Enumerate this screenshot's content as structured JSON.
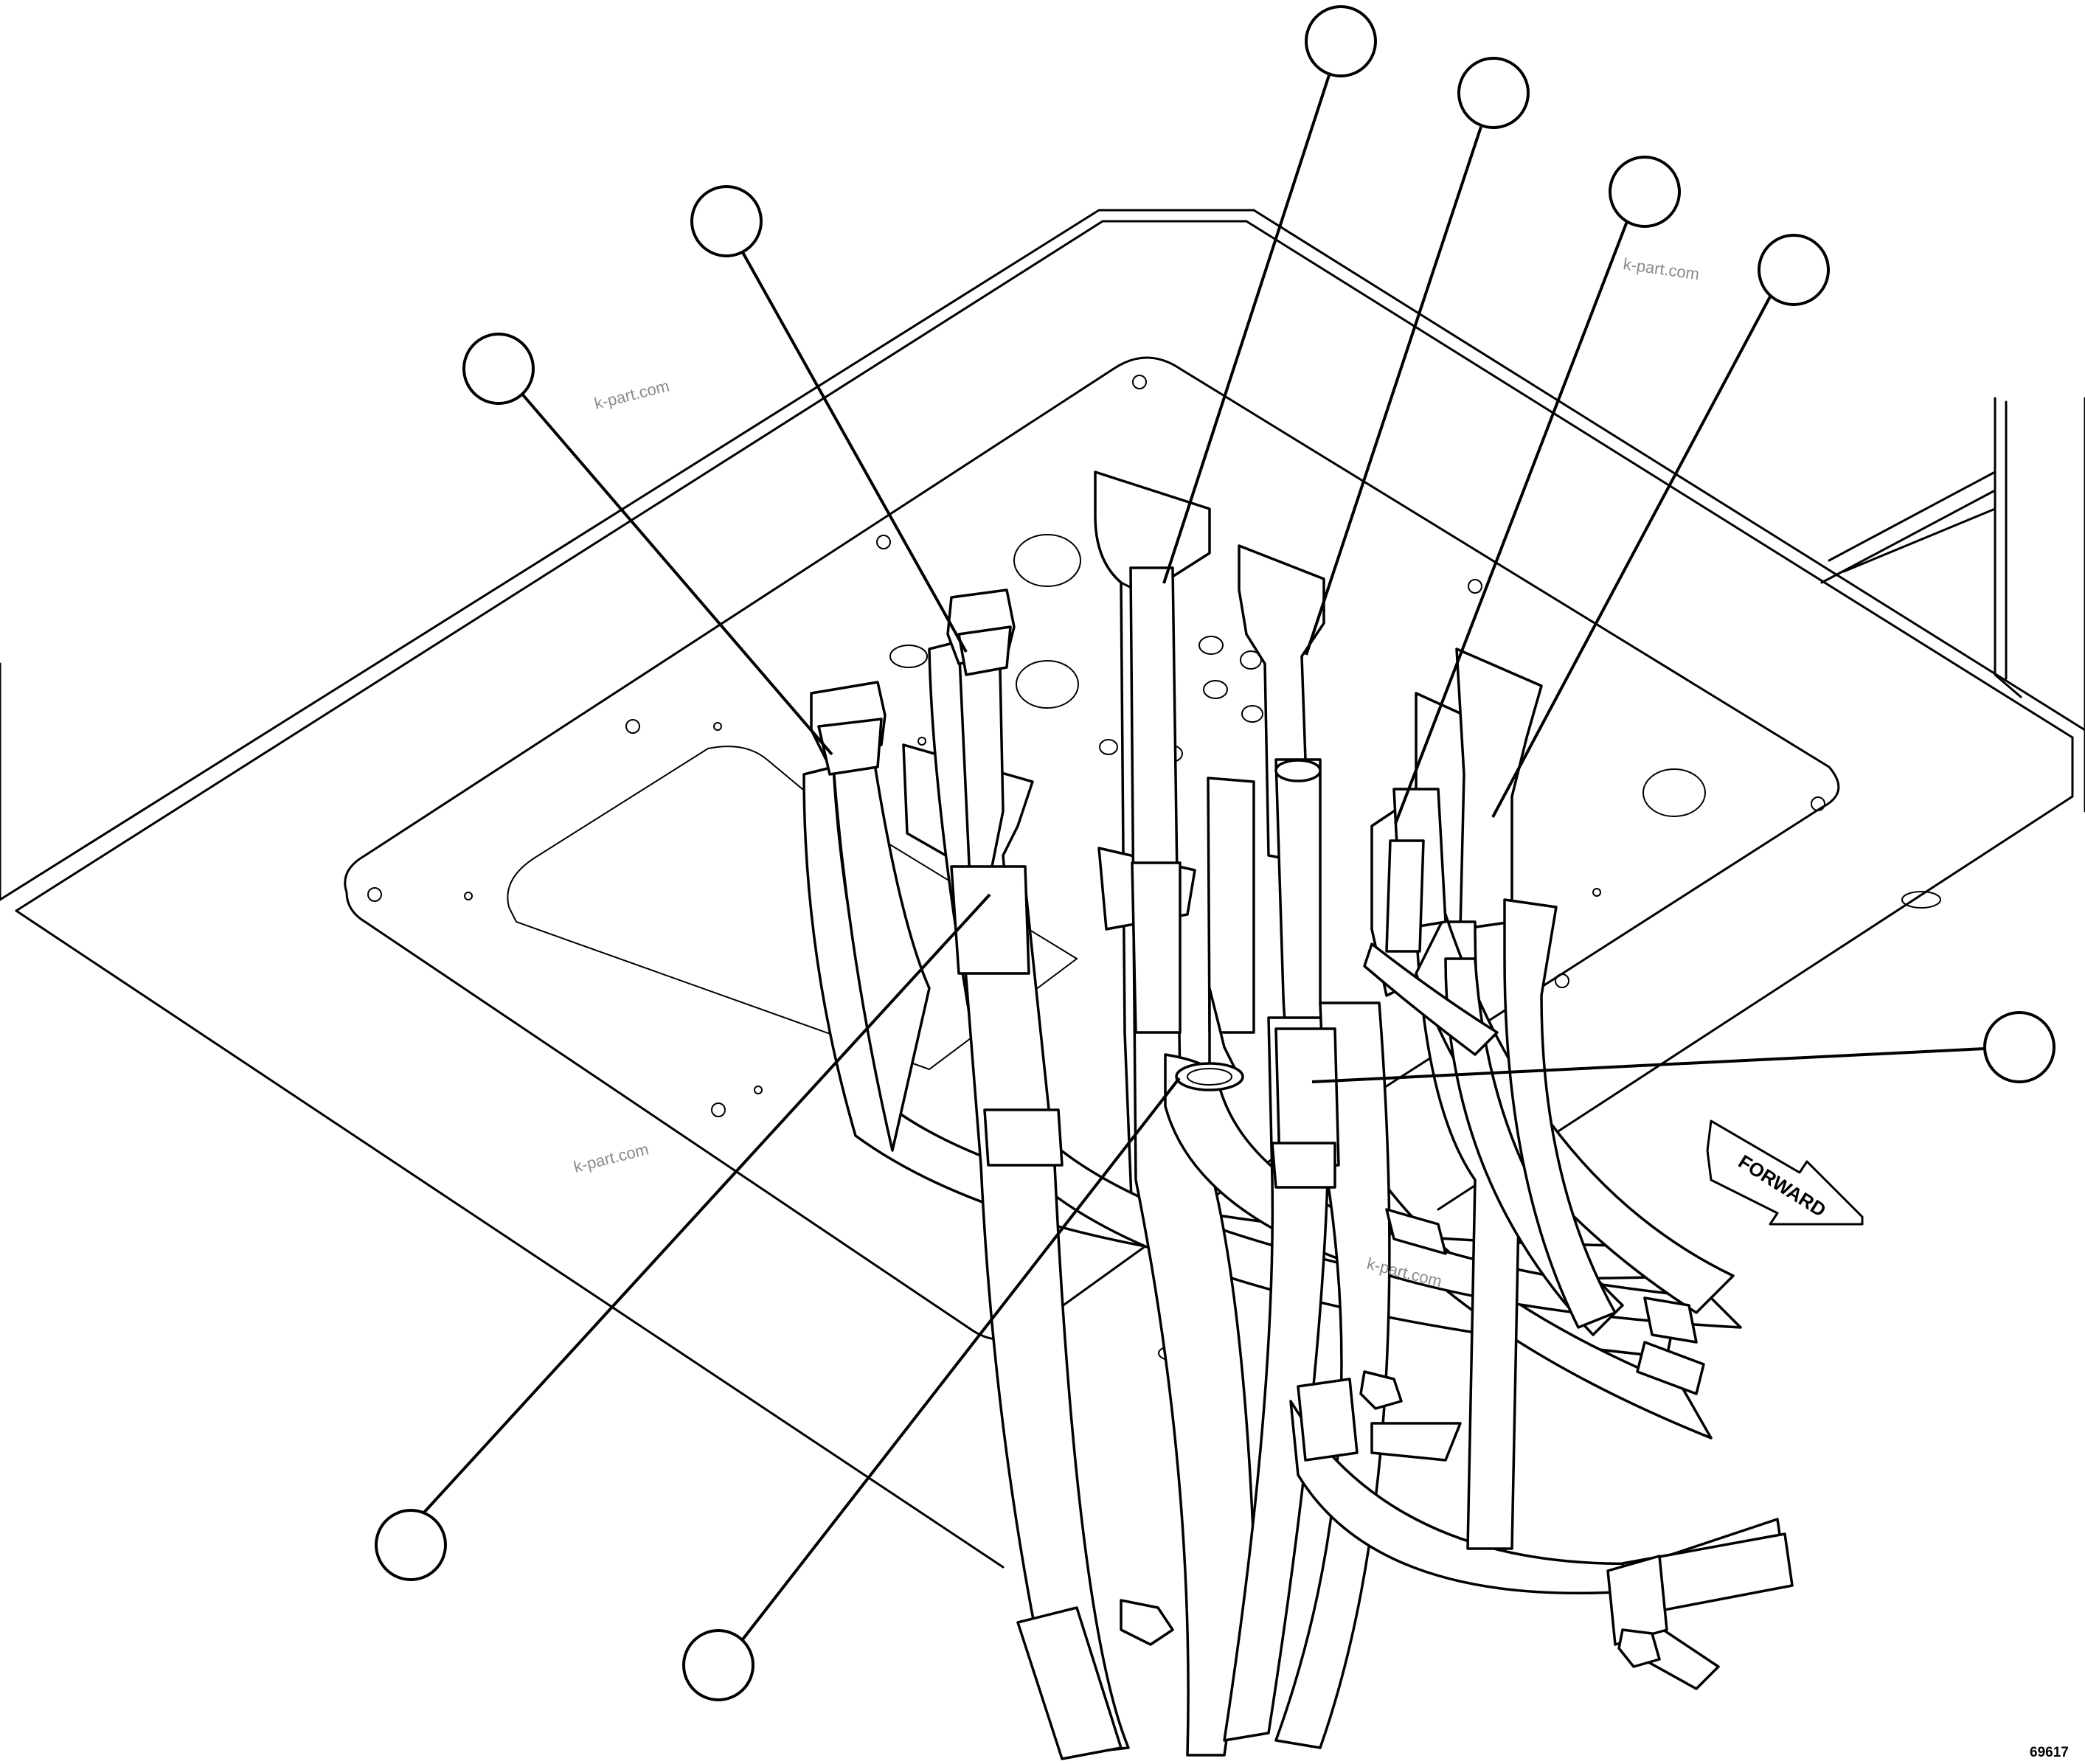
{
  "diagram": {
    "direction_label": "FORWARD",
    "figure_number": "69617",
    "watermark_text": "k-part.com",
    "callout_count": 9,
    "callouts": [
      {
        "id": "c1",
        "label": "",
        "target": "left hose fitting"
      },
      {
        "id": "c2",
        "label": "",
        "target": "hose fitting"
      },
      {
        "id": "c3",
        "label": "",
        "target": "duct boot"
      },
      {
        "id": "c4",
        "label": "",
        "target": "duct boot"
      },
      {
        "id": "c5",
        "label": "",
        "target": "duct boot"
      },
      {
        "id": "c6",
        "label": "",
        "target": "duct boot"
      },
      {
        "id": "c7",
        "label": "",
        "target": "hose sleeve"
      },
      {
        "id": "c8",
        "label": "",
        "target": "hose sleeve"
      },
      {
        "id": "c9",
        "label": "",
        "target": "grommet"
      }
    ]
  }
}
